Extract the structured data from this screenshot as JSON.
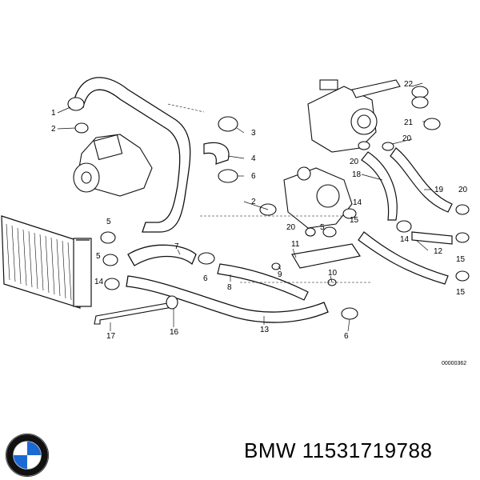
{
  "diagram": {
    "reference_code": "00000362",
    "callouts": [
      "1",
      "2",
      "3",
      "4",
      "5",
      "6",
      "7",
      "8",
      "9",
      "10",
      "11",
      "12",
      "13",
      "14",
      "15",
      "16",
      "17",
      "18",
      "19",
      "20",
      "21",
      "22"
    ]
  },
  "footer": {
    "brand": "BMW",
    "part_number": "11531719788",
    "logo": {
      "name": "bmw-roundel",
      "colors": {
        "blue": "#1c69d4",
        "white": "#ffffff",
        "ring": "#111111"
      }
    }
  }
}
